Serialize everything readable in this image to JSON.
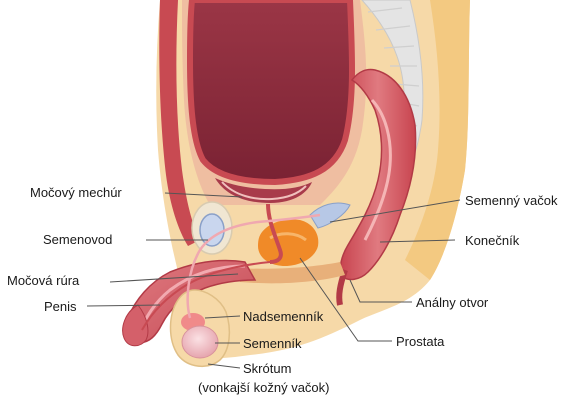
{
  "labels": {
    "bladder": "Močový mechúr",
    "vas_deferens": "Semenovod",
    "urethra": "Močová rúra",
    "penis": "Penis",
    "seminal_vesicle": "Semenný vačok",
    "rectum": "Konečník",
    "anus": "Análny otvor",
    "prostate": "Prostata",
    "epididymis": "Nadsemenník",
    "testis": "Semenník",
    "scrotum": "Skrótum",
    "scrotum_note": "(vonkajší kožný vačok)"
  },
  "colors": {
    "skin": "#f6d9a8",
    "fat": "#f3c981",
    "muscle": "#c84a52",
    "bladder": "#8c2a3a",
    "organ": "#d9616a",
    "prostate": "#f08a28",
    "vesicle": "#b7c8e6",
    "spine": "#e2e2e2",
    "line": "#555555"
  }
}
